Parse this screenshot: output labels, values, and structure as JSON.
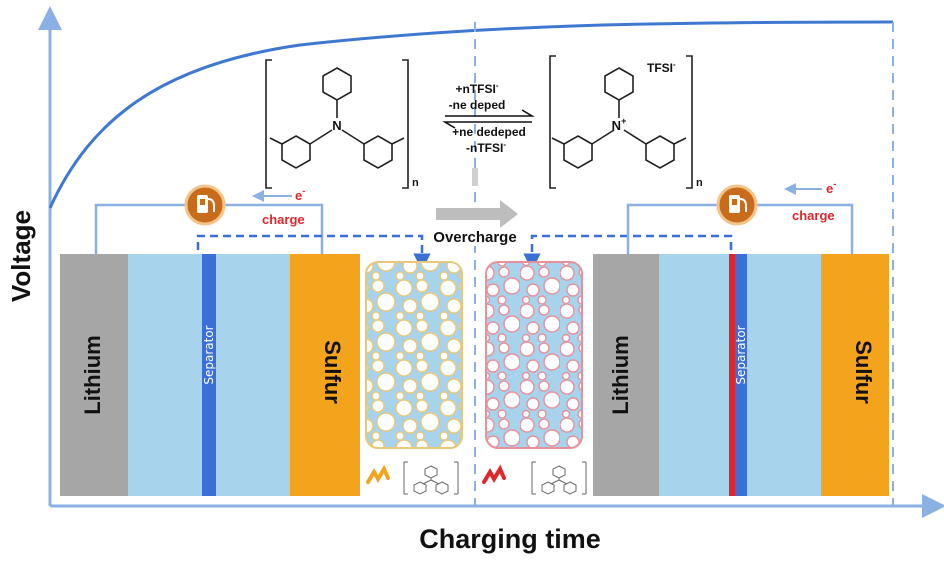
{
  "axes": {
    "y_label": "Voltage",
    "x_label": "Charging time"
  },
  "cell_left": {
    "anode": "Lithium",
    "separator": "Separator",
    "cathode": "Sulfur",
    "electron": "e",
    "electron_sup": "-",
    "charge_label": "charge"
  },
  "cell_right": {
    "anode": "Lithium",
    "separator": "Separator",
    "cathode": "Sulfur",
    "electron": "e",
    "electron_sup": "-",
    "charge_label": "charge"
  },
  "process": {
    "overcharge_label": "Overcharge"
  },
  "reaction": {
    "forward_line1": "+nTFSI",
    "forward_line1_sup": "-",
    "forward_line2": "-ne deped",
    "reverse_line1": "+ne dedeped",
    "reverse_line2": "-nTFSI",
    "reverse_line2_sup": "-",
    "counterion": "TFSI",
    "counterion_sup": "-",
    "nitrogen": "N",
    "nitrogen_cation": "N",
    "nitrogen_cation_sup": "+",
    "repeat_unit": "n"
  },
  "colors": {
    "curve": "#3f78d0",
    "axis": "#8ab0e4",
    "lithium": "#a6a6a6",
    "electrolyte": "#a8d3ec",
    "separator_normal": "#3a6fd8",
    "separator_overcharged": "#e0262a",
    "sulfur": "#f4a31c",
    "charge_text": "#e0262a",
    "charger": "#c86b1a"
  }
}
